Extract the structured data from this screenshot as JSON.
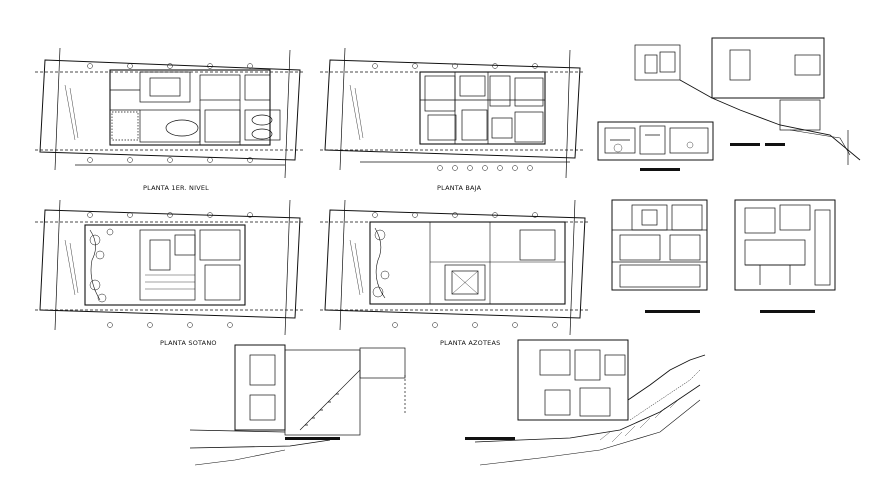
{
  "labels": {
    "plan_first_floor": "PLANTA 1ER. NIVEL",
    "plan_ground": "PLANTA BAJA",
    "plan_basement": "PLANTA SOTANO",
    "plan_roof": "PLANTA AZOTEAS"
  },
  "colors": {
    "ink": "#111111",
    "paper": "#ffffff"
  }
}
